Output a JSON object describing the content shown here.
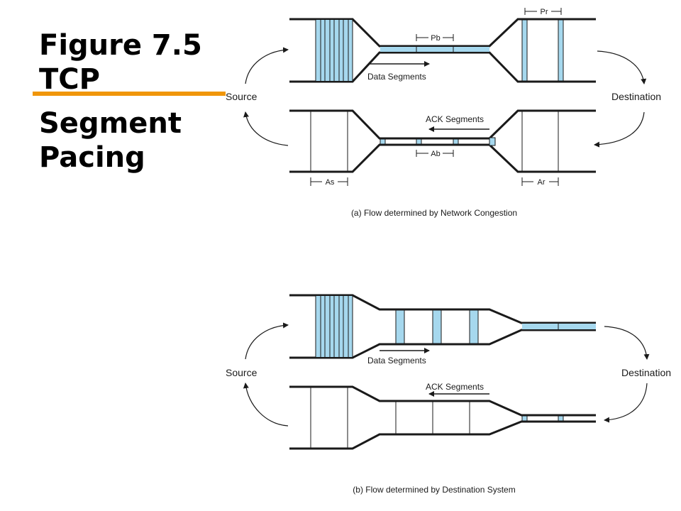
{
  "slide": {
    "title_lines": [
      "Figure 7.5",
      "TCP",
      "Segment",
      "Pacing"
    ]
  },
  "panel_a": {
    "source_label": "Source",
    "destination_label": "Destination",
    "data_segments_label": "Data Segments",
    "ack_segments_label": "ACK Segments",
    "pb_label": "Pb",
    "pr_label": "Pr",
    "ab_label": "Ab",
    "as_label": "As",
    "ar_label": "Ar",
    "caption": "(a) Flow determined by Network Congestion"
  },
  "panel_b": {
    "source_label": "Source",
    "destination_label": "Destination",
    "data_segments_label": "Data Segments",
    "ack_segments_label": "ACK Segments",
    "caption": "(b) Flow determined by Destination System"
  },
  "colors": {
    "accent_bar": "#f0960a",
    "segment_fill": "#a6d8ee",
    "line": "#1a1a1a"
  }
}
